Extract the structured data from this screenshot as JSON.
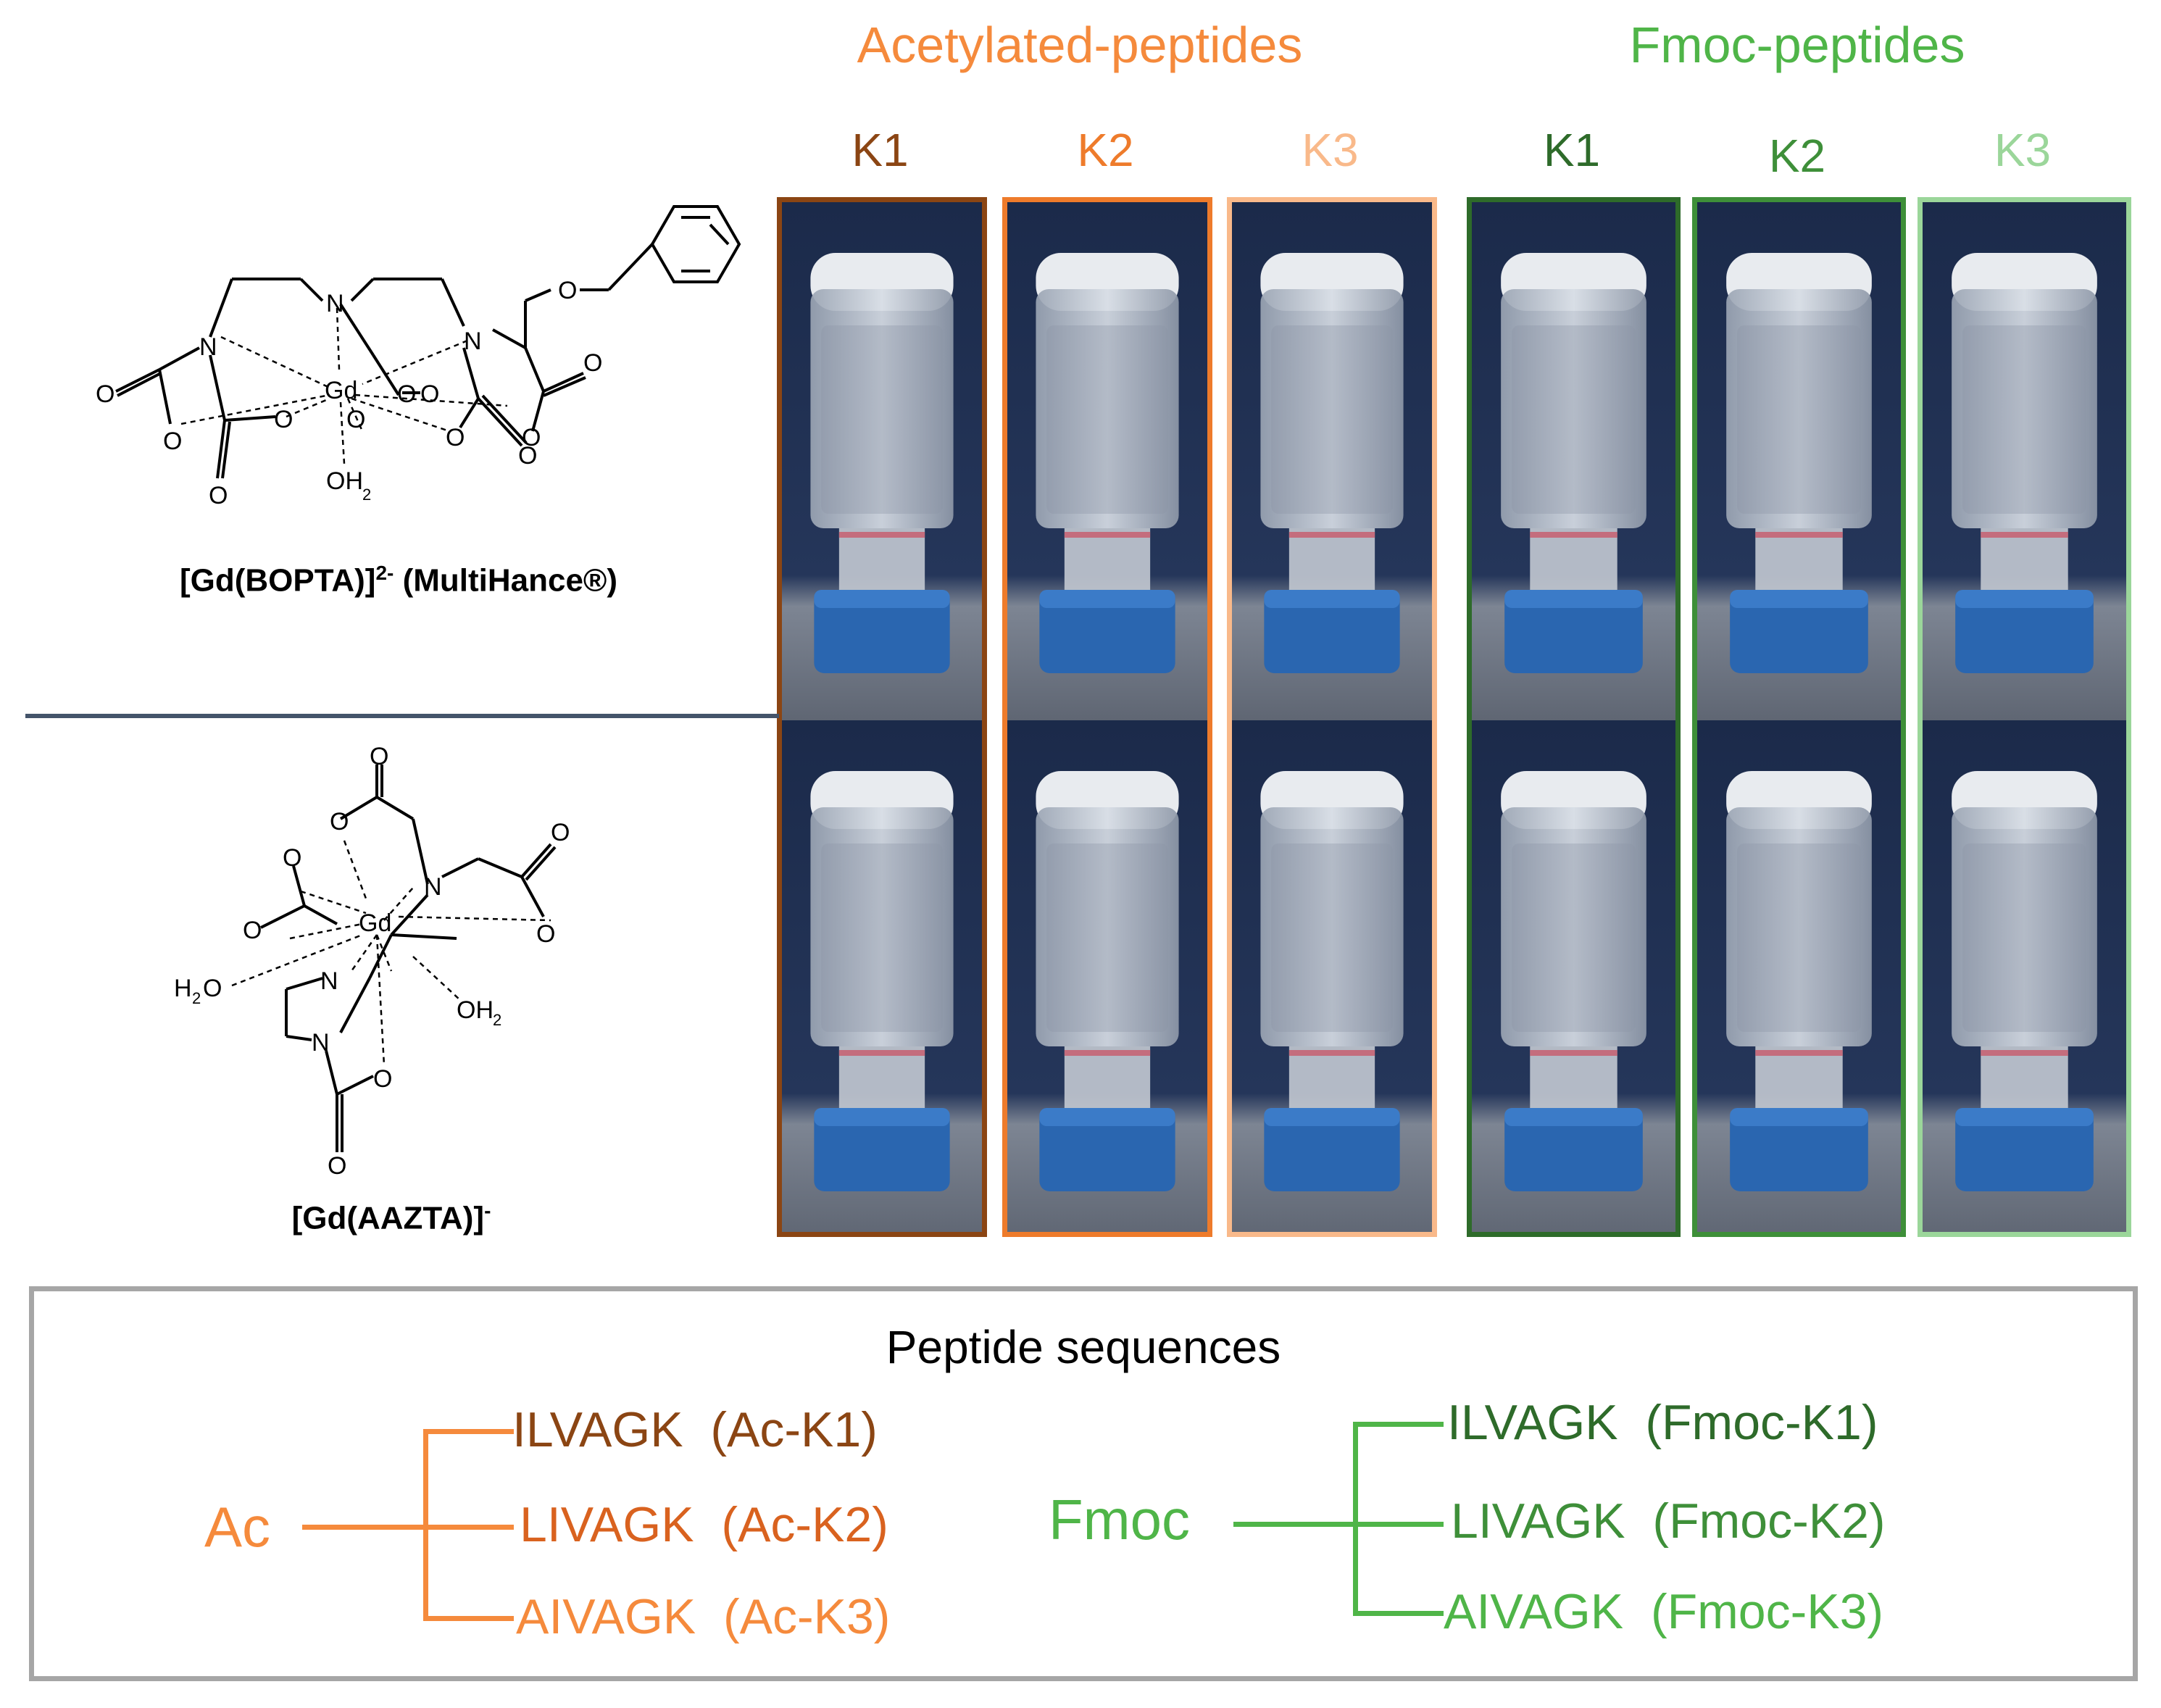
{
  "groups": {
    "acetylated": {
      "title": "Acetylated-peptides",
      "color": "#f58a3c"
    },
    "fmoc": {
      "title": "Fmoc-peptides",
      "color": "#4fb548"
    }
  },
  "columns": [
    {
      "label": "K1",
      "color": "#8b4513",
      "group": "acetylated"
    },
    {
      "label": "K2",
      "color": "#ee7b2b",
      "group": "acetylated"
    },
    {
      "label": "K3",
      "color": "#f9b98a",
      "group": "acetylated"
    },
    {
      "label": "K1",
      "color": "#2e6b2a",
      "group": "fmoc"
    },
    {
      "label": "K2",
      "color": "#3e8f39",
      "group": "fmoc"
    },
    {
      "label": "K3",
      "color": "#9bd69a",
      "group": "fmoc"
    }
  ],
  "compounds": {
    "top": {
      "caption_main": "[Gd(BOPTA)]",
      "caption_sup": "2-",
      "caption_rest": " (MultiHance®)"
    },
    "bottom": {
      "caption_main": "[Gd(AAZTA)]",
      "caption_sup": "-"
    }
  },
  "chem_labels": {
    "N": "N",
    "Gd": "Gd",
    "O": "O",
    "OH2": "OH",
    "H2O_left": "H",
    "sub2": "2"
  },
  "legend": {
    "title": "Peptide sequences",
    "ac": {
      "label": "Ac",
      "items": [
        {
          "seq": "ILVAGK",
          "code": "(Ac-K1)",
          "color": "#8b4513"
        },
        {
          "seq": "LIVAGK",
          "code": "(Ac-K2)",
          "color": "#d9621f"
        },
        {
          "seq": "AIVAGK",
          "code": "(Ac-K3)",
          "color": "#f58a3c"
        }
      ]
    },
    "fmoc": {
      "label": "Fmoc",
      "items": [
        {
          "seq": "ILVAGK",
          "code": "(Fmoc-K1)",
          "color": "#2e6b2a"
        },
        {
          "seq": "LIVAGK",
          "code": "(Fmoc-K2)",
          "color": "#3e8f39"
        },
        {
          "seq": "AIVAGK",
          "code": "(Fmoc-K3)",
          "color": "#4fb548"
        }
      ]
    }
  },
  "colors": {
    "ac_tree": "#f58a3c",
    "fmoc_tree": "#4fb548",
    "divider": "#44546a",
    "legend_border": "#a6a6a6"
  }
}
